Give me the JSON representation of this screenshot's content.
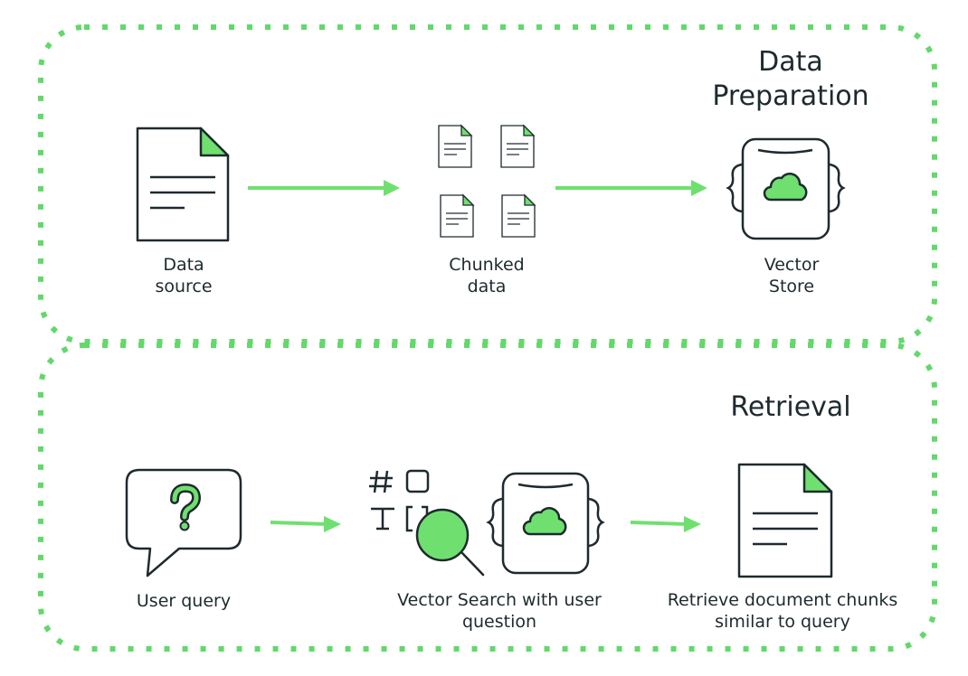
{
  "colors": {
    "accent": "#6fe06f",
    "border_dots": "#63d86b",
    "stroke": "#1e2a2e"
  },
  "sections": {
    "preparation": {
      "title": "Data\nPreparation",
      "steps": [
        {
          "label": "Data\nsource",
          "icon": "document-icon"
        },
        {
          "label": "Chunked\ndata",
          "icon": "chunked-documents-icon"
        },
        {
          "label": "Vector\nStore",
          "icon": "vector-store-icon"
        }
      ]
    },
    "retrieval": {
      "title": "Retrieval",
      "steps": [
        {
          "label": "User query",
          "icon": "question-bubble-icon"
        },
        {
          "label": "Vector Search with user\nquestion",
          "icon": "vector-search-icon"
        },
        {
          "label": "Retrieve document chunks\nsimilar to query",
          "icon": "document-icon"
        }
      ]
    }
  }
}
